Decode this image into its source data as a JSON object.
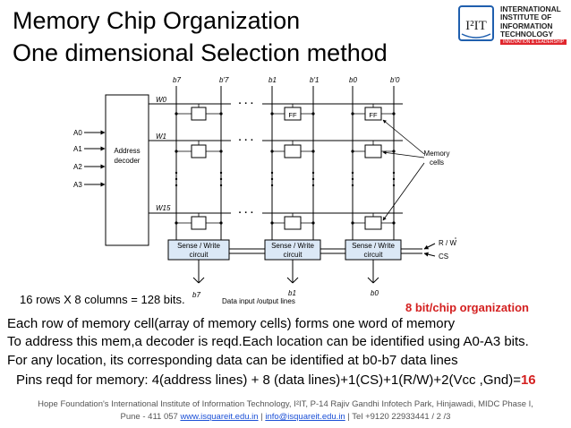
{
  "title_line1": "Memory Chip Organization",
  "title_line2": "One dimensional Selection method",
  "logo": {
    "mark": "I²IT",
    "name_lines": [
      "INTERNATIONAL",
      "INSTITUTE OF",
      "INFORMATION",
      "TECHNOLOGY"
    ],
    "tagline": "INNOVATION & LEADERSHIP",
    "colors": {
      "red": "#e0262d",
      "blue": "#1f5fae",
      "dark": "#1f1f1f"
    }
  },
  "diagram": {
    "bit_columns": [
      "b7",
      "b'7",
      "b1",
      "b'1",
      "b0",
      "b'0"
    ],
    "word_lines": [
      "W0",
      "W1",
      "W15"
    ],
    "address_inputs": [
      "A0",
      "A1",
      "A2",
      "A3"
    ],
    "decoder_label_lines": [
      "Address",
      "decoder"
    ],
    "ff_label": "FF",
    "memory_cells_label_lines": [
      "Memory",
      "cells"
    ],
    "sense_write_lines": [
      "Sense / Write",
      "circuit"
    ],
    "control_inputs": [
      "R / W",
      "CS"
    ],
    "data_bits": [
      "b7",
      "b1",
      "b0"
    ],
    "data_io_label": "Data input /output lines",
    "ellipsis": "· · ·"
  },
  "rows_note": "16 rows X 8 columns = 128 bits.",
  "org_note": "8 bit/chip organization",
  "body": {
    "line1": "Each row of memory cell(array of memory cells) forms one word of memory",
    "line2": "To address this mem,a decoder is reqd.Each location can be identified using A0-A3 bits.",
    "line3": "For any location, its corresponding data can be identified at b0-b7 data lines",
    "line4_prefix": "Pins reqd for memory: 4(address lines) + 8 (data lines)+1(CS)+1(R/W)+2(Vcc ,Gnd)=",
    "line4_total": "16"
  },
  "footer": {
    "line1": "Hope Foundation's International Institute of Information Technology, I²IT, P-14 Rajiv Gandhi Infotech Park, Hinjawadi,  MIDC Phase I,",
    "line2_prefix": "Pune - 411 057  ",
    "site": "www.isquareit.edu.in",
    "sep1": " | ",
    "email": "info@isquareit.edu.in",
    "line2_suffix": "  | Tel +9120 22933441 / 2 /3"
  }
}
